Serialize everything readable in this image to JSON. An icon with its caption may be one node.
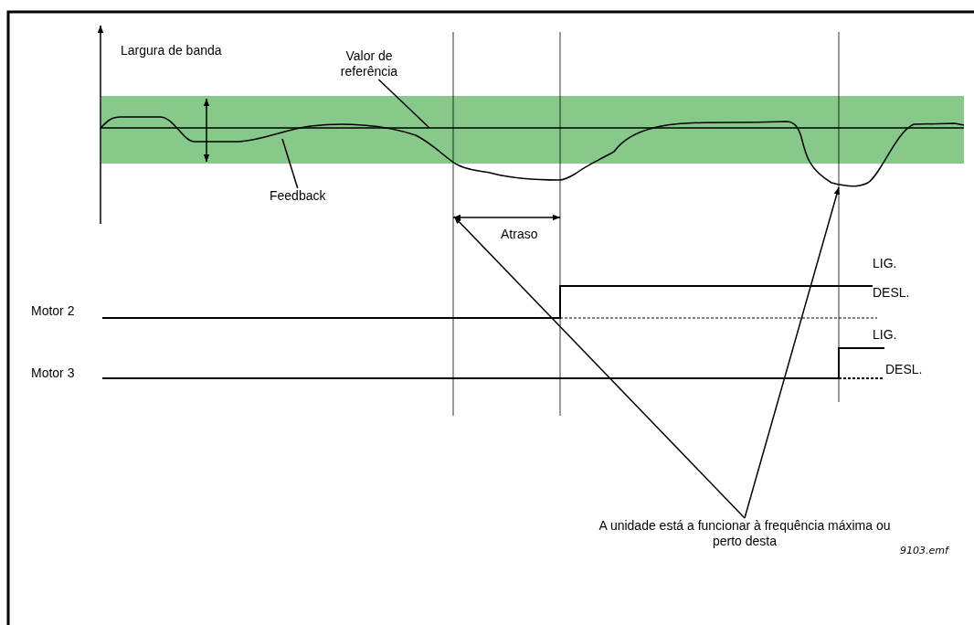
{
  "diagram": {
    "nodes": [
      {
        "text": [
          "Valor de referência"
        ]
      },
      {
        "text": [
          "Feedback"
        ]
      },
      {
        "text": [
          "A unidade está a funcionar à frequência máxima ou perto desta"
        ]
      }
    ],
    "edges": [
      {
        "from": 0,
        "to": null,
        "arrow": "none"
      },
      {
        "from": 1,
        "to": null,
        "arrow": "none"
      },
      {
        "from": 2,
        "to": null,
        "arrow": "to"
      },
      {
        "from": 2,
        "to": null,
        "arrow": "to"
      }
    ],
    "labels": [
      "Largura de banda",
      "Atraso",
      "LIG.",
      "Motor 2",
      "DESL.",
      "LIG.",
      "Motor 3",
      "DESL.",
      "9103.emf"
    ]
  }
}
